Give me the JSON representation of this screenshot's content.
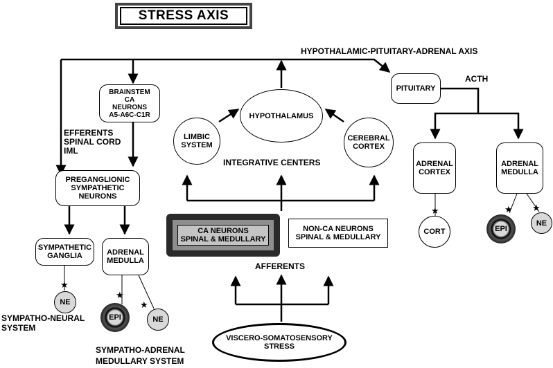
{
  "title": "STRESS AXIS",
  "hpa_label": "HYPOTHALAMIC-PITUITARY-ADRENAL AXIS",
  "acth_label": "ACTH",
  "efferents_label": "EFFERENTS\nSPINAL CORD\nIML",
  "integrative_label": "INTEGRATIVE CENTERS",
  "afferents_label": "AFFERENTS",
  "sympatho_neural_label": "SYMPATHO-NEURAL\nSYSTEM",
  "sympatho_adrenal_label": "SYMPATHO-ADRENAL\nMEDULLARY SYSTEM",
  "nodes": {
    "brainstem": "BRAINSTEM\nCA\nNEURONS\nA5-A6C-C1R",
    "hypothalamus": "HYPOTHALAMUS",
    "limbic": "LIMBIC\nSYSTEM",
    "cerebral": "CEREBRAL\nCORTEX",
    "pituitary": "PITUITARY",
    "adrenal_cortex": "ADRENAL\nCORTEX",
    "adrenal_medulla_right": "ADRENAL\nMEDULLA",
    "preganglionic": "PREGANGLIONIC\nSYMPATHETIC\nNEURONS",
    "sympathetic_ganglia": "SYMPATHETIC\nGANGLIA",
    "adrenal_medulla_left": "ADRENAL\nMEDULLA",
    "ca_neurons": "CA NEURONS\nSPINAL & MEDULLARY",
    "nonca_neurons": "NON-CA NEURONS\nSPINAL & MEDULLARY",
    "viscero": "VISCERO-SOMATOSENSORY\nSTRESS",
    "cort": "CORT",
    "ne_left": "NE",
    "epi_left": "EPI",
    "ne_mid": "NE",
    "epi_right": "EPI",
    "ne_right": "NE"
  }
}
